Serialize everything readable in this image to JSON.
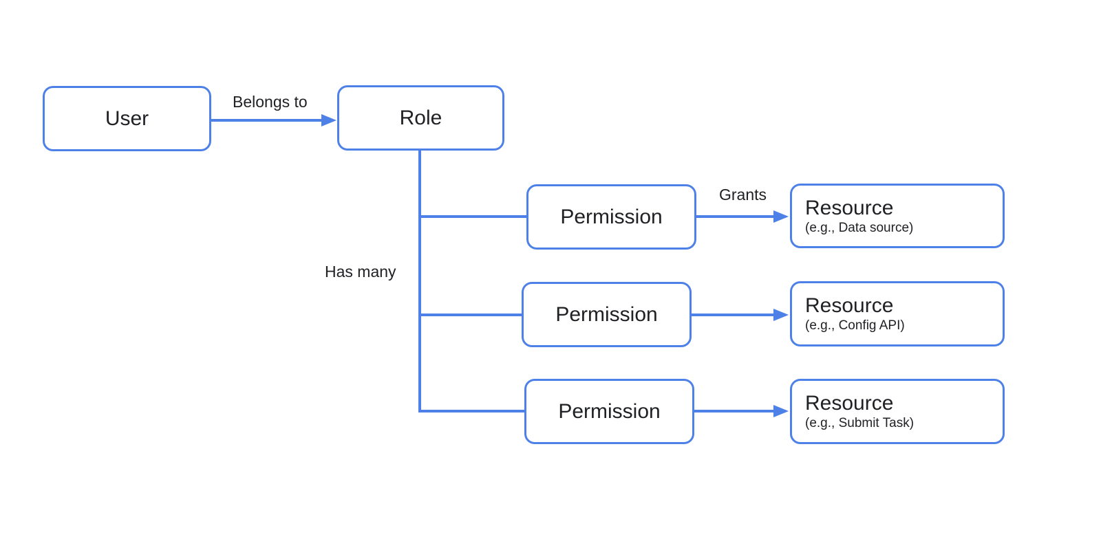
{
  "colors": {
    "stroke": "#4e81e8",
    "text": "#202124",
    "canvas": "#ffffff"
  },
  "nodes": {
    "user": {
      "label": "User"
    },
    "role": {
      "label": "Role"
    }
  },
  "edge_labels": {
    "user_to_role": "Belongs to",
    "role_to_permissions": "Has many",
    "permission_to_resource": "Grants"
  },
  "rows": [
    {
      "permission_label": "Permission",
      "resource_title": "Resource",
      "resource_subtitle": "(e.g., Data source)"
    },
    {
      "permission_label": "Permission",
      "resource_title": "Resource",
      "resource_subtitle": "(e.g., Config API)"
    },
    {
      "permission_label": "Permission",
      "resource_title": "Resource",
      "resource_subtitle": "(e.g., Submit Task)"
    }
  ]
}
